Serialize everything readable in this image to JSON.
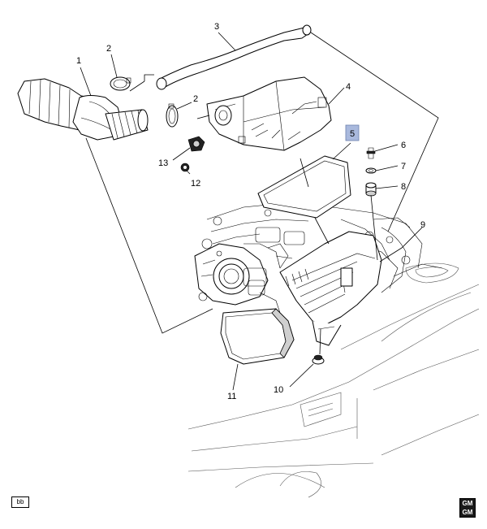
{
  "diagram": {
    "callouts": [
      {
        "id": "1",
        "label": "1",
        "highlighted": false
      },
      {
        "id": "2a",
        "label": "2",
        "highlighted": false
      },
      {
        "id": "2b",
        "label": "2",
        "highlighted": false
      },
      {
        "id": "3",
        "label": "3",
        "highlighted": false
      },
      {
        "id": "4",
        "label": "4",
        "highlighted": false
      },
      {
        "id": "5",
        "label": "5",
        "highlighted": true
      },
      {
        "id": "6",
        "label": "6",
        "highlighted": false
      },
      {
        "id": "7",
        "label": "7",
        "highlighted": false
      },
      {
        "id": "8",
        "label": "8",
        "highlighted": false
      },
      {
        "id": "9",
        "label": "9",
        "highlighted": false
      },
      {
        "id": "10",
        "label": "10",
        "highlighted": false
      },
      {
        "id": "11",
        "label": "11",
        "highlighted": false
      },
      {
        "id": "12",
        "label": "12",
        "highlighted": false
      },
      {
        "id": "13",
        "label": "13",
        "highlighted": false
      }
    ],
    "highlight_color": "#a9b9dd"
  },
  "footer": {
    "left_tag": "bb",
    "logo_line1": "GM",
    "logo_line2": "GM"
  }
}
